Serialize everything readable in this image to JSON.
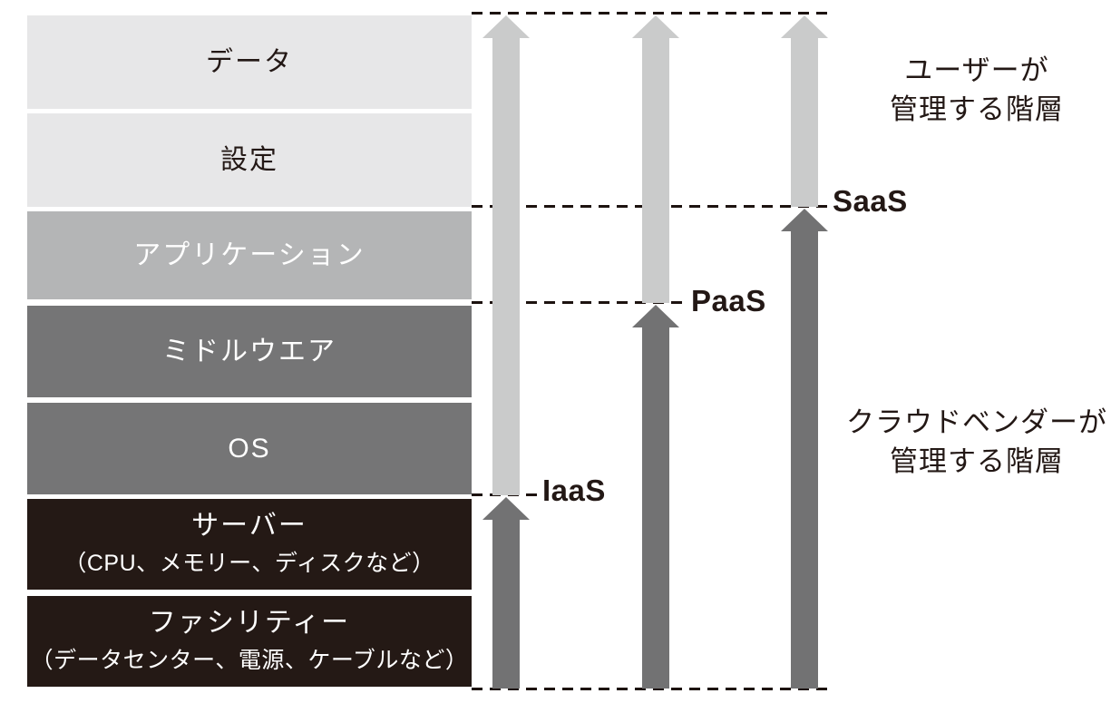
{
  "diagram_title": "cloud-service-models-stack",
  "stack": {
    "layers": [
      {
        "id": "data",
        "label": "データ",
        "sub": "",
        "tone": "light"
      },
      {
        "id": "settings",
        "label": "設定",
        "sub": "",
        "tone": "light"
      },
      {
        "id": "application",
        "label": "アプリケーション",
        "sub": "",
        "tone": "medium"
      },
      {
        "id": "middleware",
        "label": "ミドルウエア",
        "sub": "",
        "tone": "dark-gray"
      },
      {
        "id": "os",
        "label": "OS",
        "sub": "",
        "tone": "dark-gray"
      },
      {
        "id": "server",
        "label": "サーバー",
        "sub": "（CPU、メモリー、ディスクなど）",
        "tone": "black"
      },
      {
        "id": "facility",
        "label": "ファシリティー",
        "sub": "（データセンター、電源、ケーブルなど）",
        "tone": "black"
      }
    ]
  },
  "service_models": [
    {
      "label": "IaaS",
      "boundary_above_layer": "サーバー"
    },
    {
      "label": "PaaS",
      "boundary_above_layer": "ミドルウエア"
    },
    {
      "label": "SaaS",
      "boundary_above_layer": "アプリケーション"
    }
  ],
  "annotations": {
    "user_managed": {
      "line1": "ユーザーが",
      "line2": "管理する階層"
    },
    "vendor_managed": {
      "line1": "クラウドベンダーが",
      "line2": "管理する階層"
    }
  },
  "colors": {
    "layer_light": "#e7e7e8",
    "layer_medium": "#b4b5b6",
    "layer_dark_gray": "#757576",
    "layer_black": "#241915",
    "arrow_user_managed": "#cacbcb",
    "arrow_vendor_managed": "#727273",
    "dashed_line": "#1d1310",
    "text_dark": "#231815",
    "text_light": "#ffffff"
  }
}
